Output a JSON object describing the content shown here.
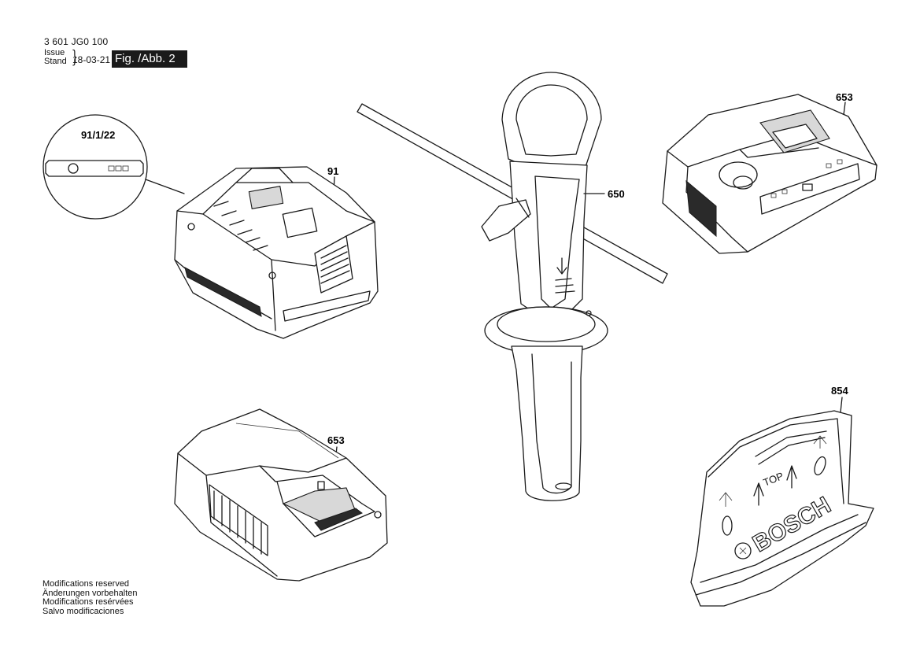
{
  "header": {
    "number": "3 601 JG0 100",
    "issue_label": "Issue",
    "stand_label": "Stand",
    "date": "18-03-21",
    "figure": "Fig. /Abb. 2"
  },
  "callouts": {
    "detail_label": "91/1/22",
    "battery": "91",
    "handle": "650",
    "charger_top": "653",
    "charger_bottom": "653",
    "template": "854"
  },
  "template_text": {
    "top": "TOP",
    "brand": "BOSCH"
  },
  "footer": {
    "line1": "Modifications reserved",
    "line2": "Änderungen vorbehalten",
    "line3": "Modifications resérvées",
    "line4": "Salvo modificaciones"
  }
}
